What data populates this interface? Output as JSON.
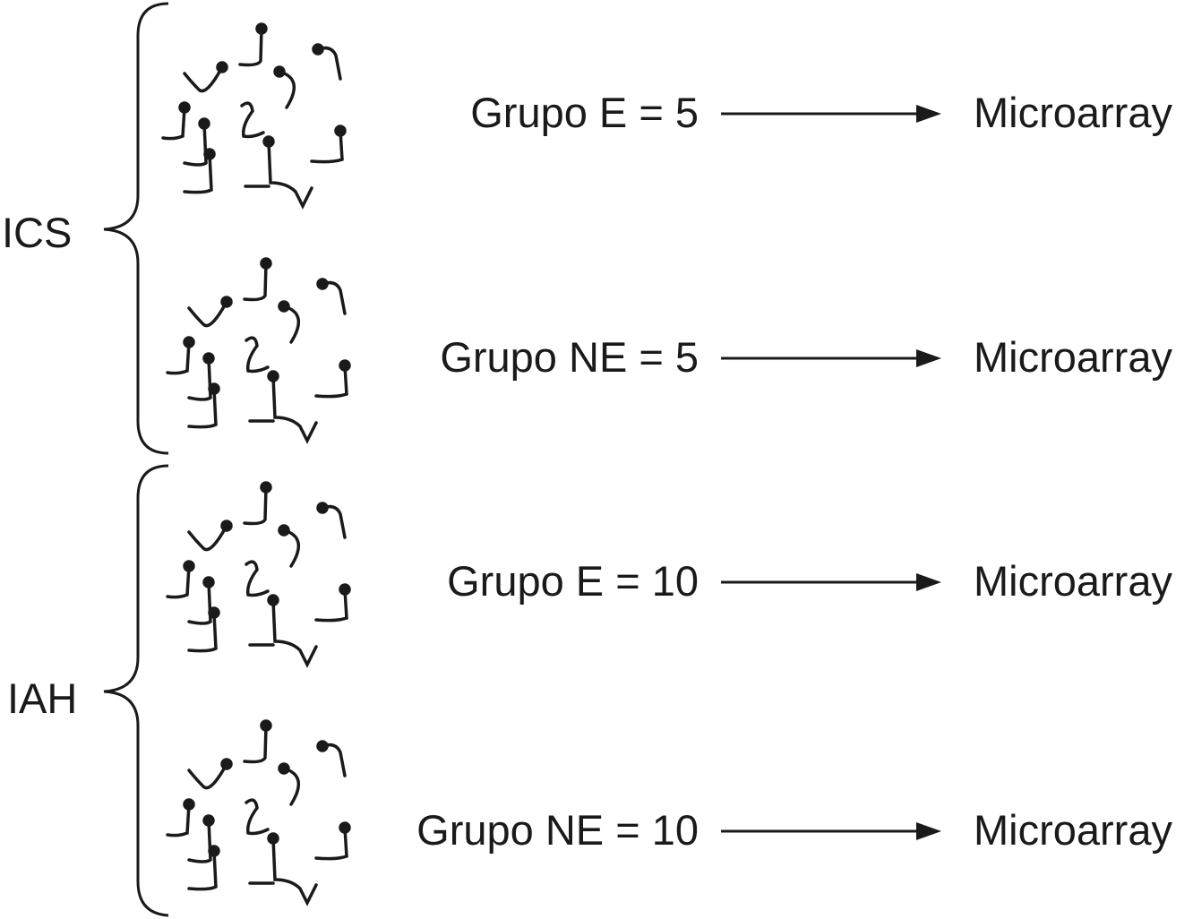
{
  "groups": [
    {
      "label": "ICS",
      "rows": [
        {
          "label": "Grupo E = 5",
          "output": "Microarray"
        },
        {
          "label": "Grupo NE = 5",
          "output": "Microarray"
        }
      ]
    },
    {
      "label": "IAH",
      "rows": [
        {
          "label": "Grupo E = 10",
          "output": "Microarray"
        },
        {
          "label": "Grupo NE = 10",
          "output": "Microarray"
        }
      ]
    }
  ],
  "icons": {
    "cluster": "sperm-cluster-icon",
    "arrow": "right-arrow-icon",
    "brace": "curly-brace-icon"
  },
  "colors": {
    "ink": "#1a1a1a",
    "background": "#ffffff"
  }
}
